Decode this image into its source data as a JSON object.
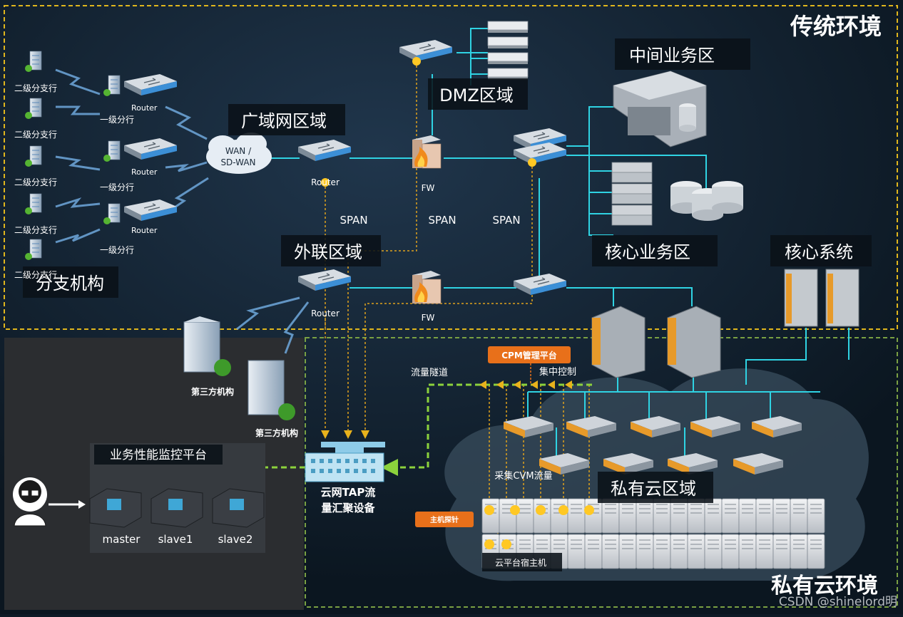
{
  "zones": {
    "traditional": "传统环境",
    "private_cloud_env": "私有云环境",
    "middle_business": "中间业务区",
    "dmz": "DMZ区域",
    "wan": "广域网区域",
    "external": "外联区域",
    "core_business": "核心业务区",
    "core_system": "核心系统",
    "branch": "分支机构",
    "private_cloud": "私有云区域"
  },
  "labels": {
    "second_branch": "二级分支行",
    "first_branch": "一级分行",
    "router": "Router",
    "wan_cloud_1": "WAN /",
    "wan_cloud_2": "SD-WAN",
    "fw": "FW",
    "span": "SPAN",
    "third_party": "第三方机构",
    "cpm": "CPM管理平台",
    "central_control": "集中控制",
    "traffic_tunnel": "流量隧道",
    "collect_cvm": "采集CVM流量",
    "host_probe": "主机探针",
    "host_label": "云平台宿主机",
    "tap_1": "云网TAP流",
    "tap_2": "量汇聚设备",
    "monitor_platform": "业务性能监控平台",
    "master": "master",
    "slave1": "slave1",
    "slave2": "slave2",
    "watermark": "CSDN @shinelord明"
  },
  "colors": {
    "traditional_border": "#e0b61c",
    "cloud_border": "#7aa043",
    "link_cyan": "#2fd3e3",
    "span_dotted": "#e0a21c",
    "green_dashed": "#8cd23c",
    "badge_orange": "#e8701a"
  }
}
